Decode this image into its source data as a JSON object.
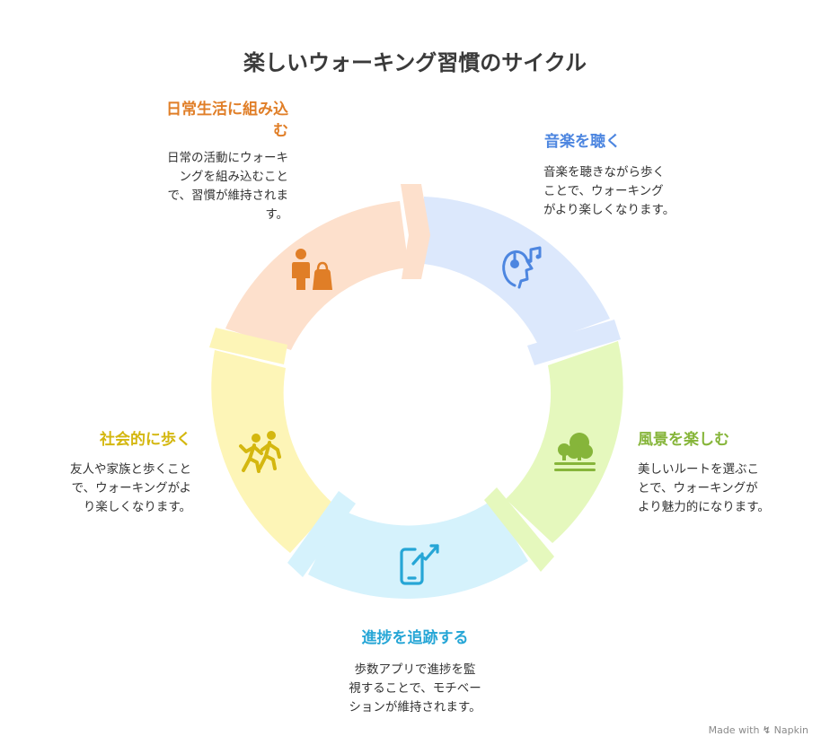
{
  "title": "楽しいウォーキング習慣のサイクル",
  "colors": {
    "music": "#4d86e0",
    "scenery": "#86b53a",
    "progress": "#26a6d6",
    "social": "#d4b70f",
    "daily": "#e07e27"
  },
  "segments": [
    {
      "id": "music",
      "heading": "音楽を聴く",
      "desc_lines": [
        "音楽を聴きながら歩く",
        "ことで、ウォーキング",
        "がより楽しくなります。"
      ],
      "icon": "music-head-icon"
    },
    {
      "id": "scenery",
      "heading": "風景を楽しむ",
      "desc_lines": [
        "美しいルートを選ぶこ",
        "とで、ウォーキングが",
        "より魅力的になります。"
      ],
      "icon": "trees-landscape-icon"
    },
    {
      "id": "progress",
      "heading": "進捗を追跡する",
      "desc_lines": [
        "歩数アプリで進捗を監",
        "視することで、モチベー",
        "ションが維持されます。"
      ],
      "icon": "phone-trend-icon"
    },
    {
      "id": "social",
      "heading": "社会的に歩く",
      "desc_lines": [
        "友人や家族と歩くこと",
        "で、ウォーキングがよ",
        "り楽しくなります。"
      ],
      "icon": "people-walking-icon"
    },
    {
      "id": "daily",
      "heading_lines": [
        "日常生活に組み込",
        "む"
      ],
      "desc_lines": [
        "日常の活動にウォーキ",
        "ングを組み込むこと",
        "で、習慣が維持されま",
        "す。"
      ],
      "icon": "person-bag-icon"
    }
  ],
  "footer": {
    "made_with": "Made with",
    "brand": "Napkin"
  }
}
